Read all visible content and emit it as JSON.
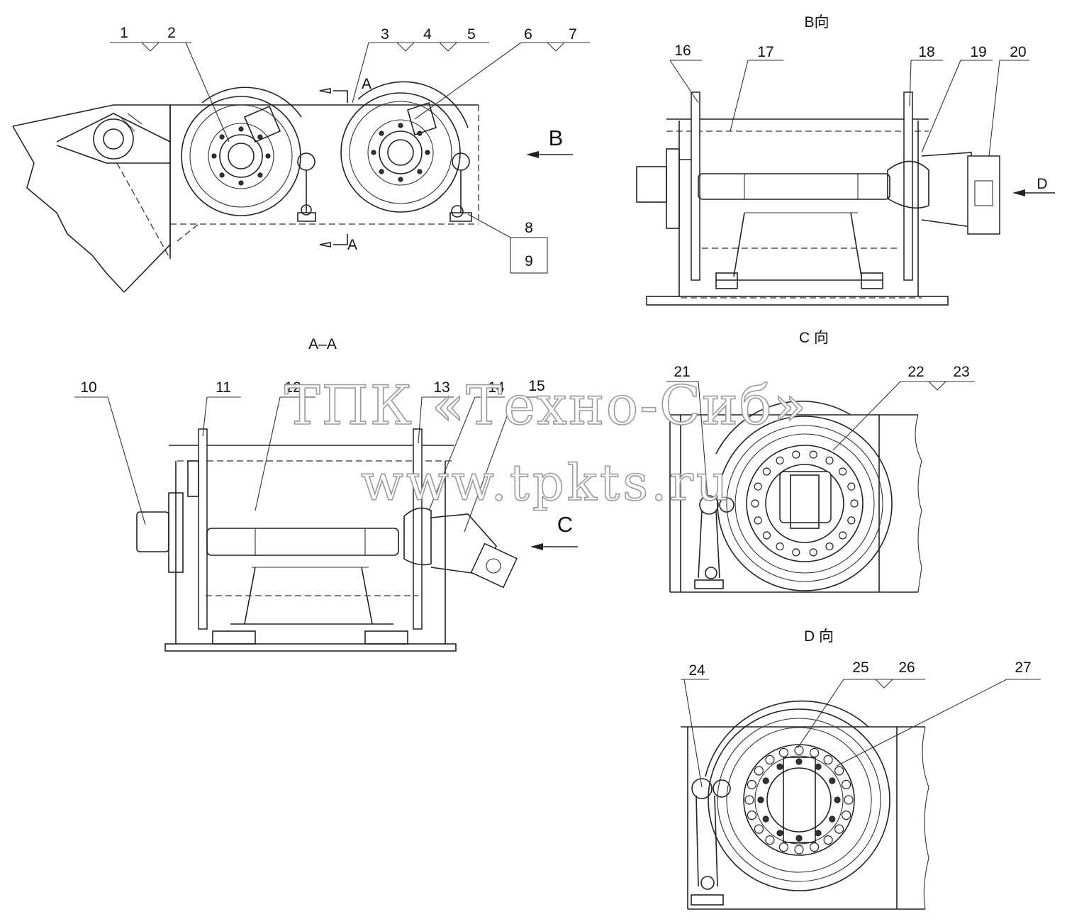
{
  "views": {
    "section_label": "A–A",
    "view_b_label": "B向",
    "view_c_label": "C 向",
    "view_d_label": "D 向"
  },
  "arrows": {
    "a_top": "A",
    "a_bottom": "A",
    "b": "B",
    "c": "C",
    "d": "D"
  },
  "callouts": [
    "1",
    "2",
    "3",
    "4",
    "5",
    "6",
    "7",
    "8",
    "9",
    "10",
    "11",
    "12",
    "13",
    "14",
    "15",
    "16",
    "17",
    "18",
    "19",
    "20",
    "21",
    "22",
    "23",
    "24",
    "25",
    "26",
    "27"
  ],
  "watermark": {
    "line1": "ТПК «Техно-Сиб»",
    "line2": "www.tpkts.ru"
  }
}
